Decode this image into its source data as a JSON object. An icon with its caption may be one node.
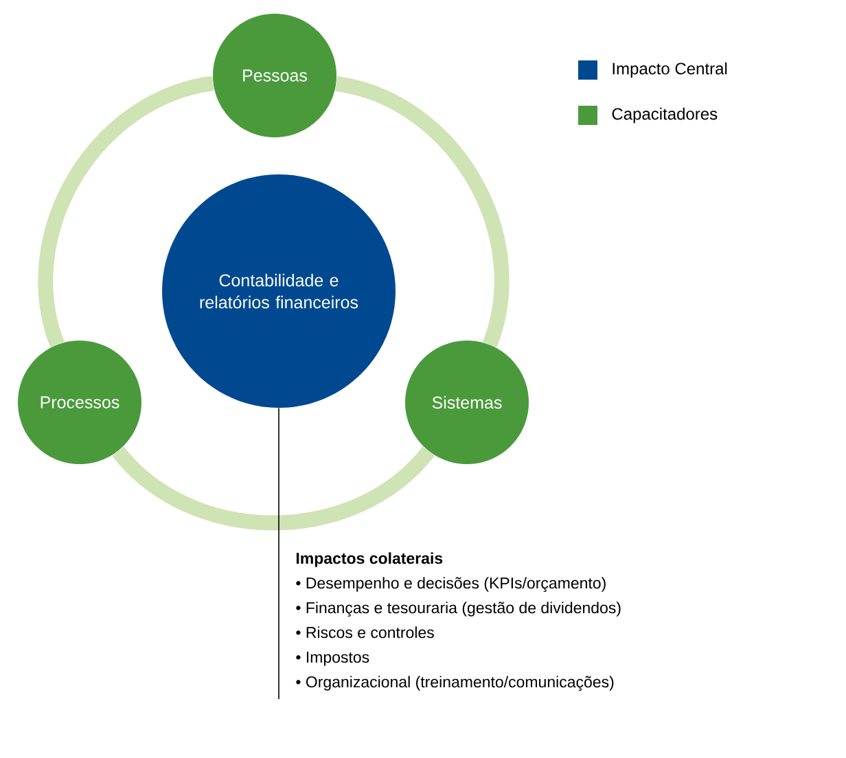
{
  "diagram": {
    "nodes": [
      {
        "text": [
          "Contabilidade e relatórios financeiros"
        ]
      },
      {
        "text": [
          "Pessoas"
        ]
      },
      {
        "text": [
          "Processos"
        ]
      },
      {
        "text": [
          "Sistemas"
        ]
      },
      {
        "text": [
          "Impactos colaterais",
          "• Desempenho e decisões (KPIs/orçamento)",
          "• Finanças e tesouraria (gestão de dividendos)",
          "• Riscos e controles",
          "• Impostos",
          "• Organizacional (treinamento/comunicações)"
        ]
      }
    ],
    "edges": [
      {
        "from": 1,
        "to": 2,
        "arrow": "none"
      },
      {
        "from": 2,
        "to": 3,
        "arrow": "none"
      },
      {
        "from": 3,
        "to": 1,
        "arrow": "none"
      },
      {
        "from": 0,
        "to": 4,
        "arrow": "none",
        "color": "#000000"
      }
    ],
    "legend": [
      {
        "text": "Impacto Central",
        "color": "#004990"
      },
      {
        "text": "Capacitadores",
        "color": "#4a9a3c"
      }
    ]
  }
}
